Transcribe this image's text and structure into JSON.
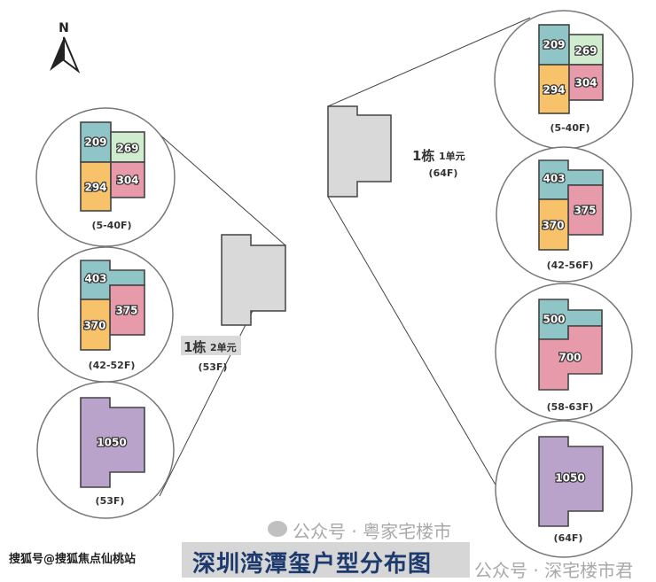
{
  "compass": {
    "label": "N"
  },
  "colors": {
    "teal": "#8fc5c6",
    "green": "#cfeccf",
    "orange": "#f8c26a",
    "pink": "#e79aaa",
    "purple": "#b9a3cb",
    "building": "#d9d9d9",
    "title": "#1d3a6e"
  },
  "left_building": {
    "name": "1栋",
    "unit": "2单元",
    "floors": "(53F)",
    "plans": [
      {
        "range": "(5-40F)",
        "units": [
          "209",
          "269",
          "294",
          "304"
        ]
      },
      {
        "range": "(42-52F)",
        "units": [
          "403",
          "375",
          "370"
        ]
      },
      {
        "range": "(53F)",
        "units": [
          "1050"
        ]
      }
    ]
  },
  "right_building": {
    "name": "1栋",
    "unit": "1单元",
    "floors": "(64F)",
    "plans": [
      {
        "range": "(5-40F)",
        "units": [
          "209",
          "269",
          "294",
          "304"
        ]
      },
      {
        "range": "(42-56F)",
        "units": [
          "403",
          "375",
          "370"
        ]
      },
      {
        "range": "(58-63F)",
        "units": [
          "500",
          "700"
        ]
      },
      {
        "range": "(64F)",
        "units": [
          "1050"
        ]
      }
    ]
  },
  "footer": {
    "source": "搜狐号@搜狐焦点仙桃站",
    "title": "深圳湾潭玺户型分布图",
    "watermark1": "公众号 · 粤家宅楼市",
    "watermark2": "公众号 · 深宅楼市君"
  }
}
